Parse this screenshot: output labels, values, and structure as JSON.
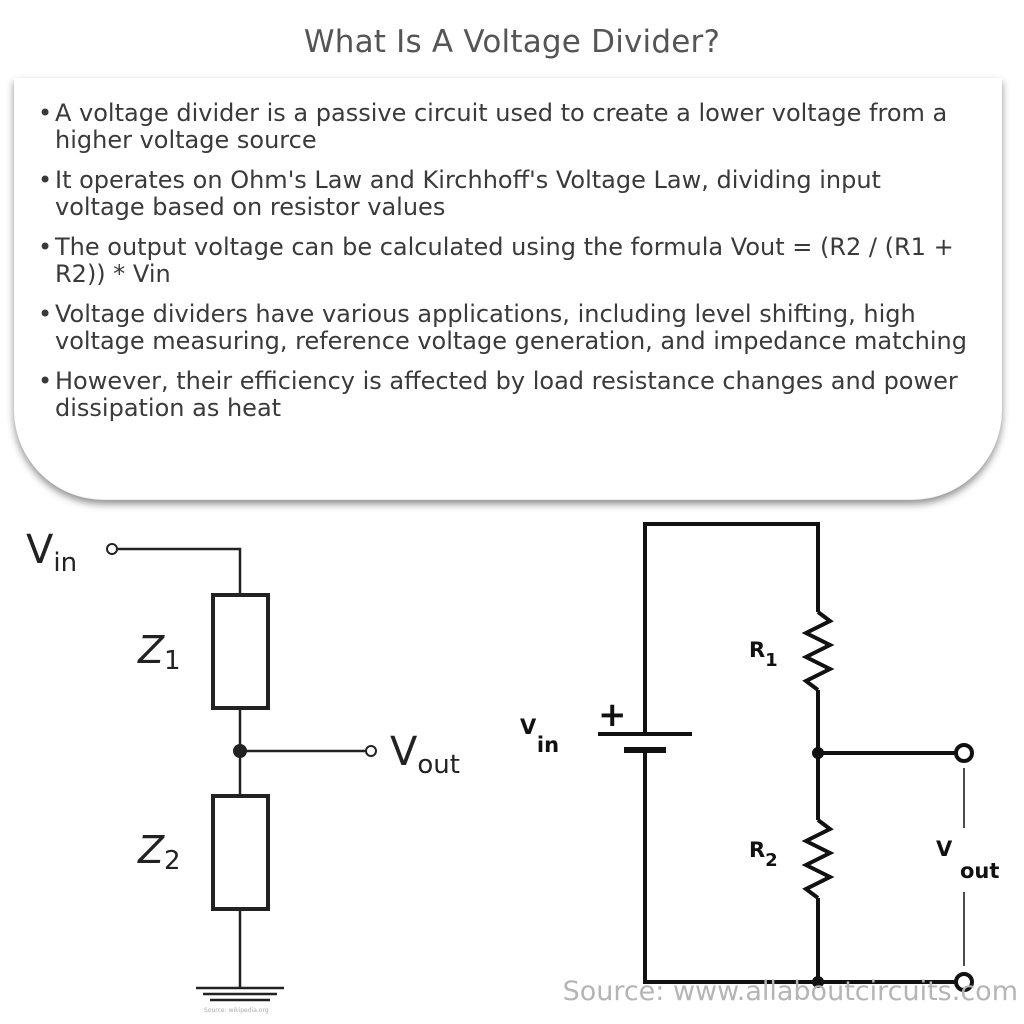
{
  "title": "What Is A Voltage Divider?",
  "bullets": [
    "A voltage divider is a passive circuit used to create a lower voltage from a higher voltage source",
    "It operates on Ohm's Law and Kirchhoff's Voltage Law, dividing input voltage based on resistor values",
    "The output voltage can be calculated using the formula Vout = (R2 / (R1 + R2)) * Vin",
    "Voltage dividers have various applications, including level shifting, high voltage measuring, reference voltage generation, and impedance matching",
    "However, their efficiency is affected by load resistance changes and power dissipation as heat"
  ],
  "left_diagram": {
    "vin_main": "V",
    "vin_sub": "in",
    "vout_main": "V",
    "vout_sub": "out",
    "z1_main": "Z",
    "z1_sub": "1",
    "z2_main": "Z",
    "z2_sub": "2",
    "source_credit": "Source: wikipedia.org"
  },
  "right_diagram": {
    "plus": "+",
    "vin_main": "V",
    "vin_sub": "in",
    "r1_main": "R",
    "r1_sub": "1",
    "r2_main": "R",
    "r2_sub": "2",
    "vout_main": "V",
    "vout_sub": "out",
    "source_credit": "Source: www.allaboutcircuits.com"
  }
}
